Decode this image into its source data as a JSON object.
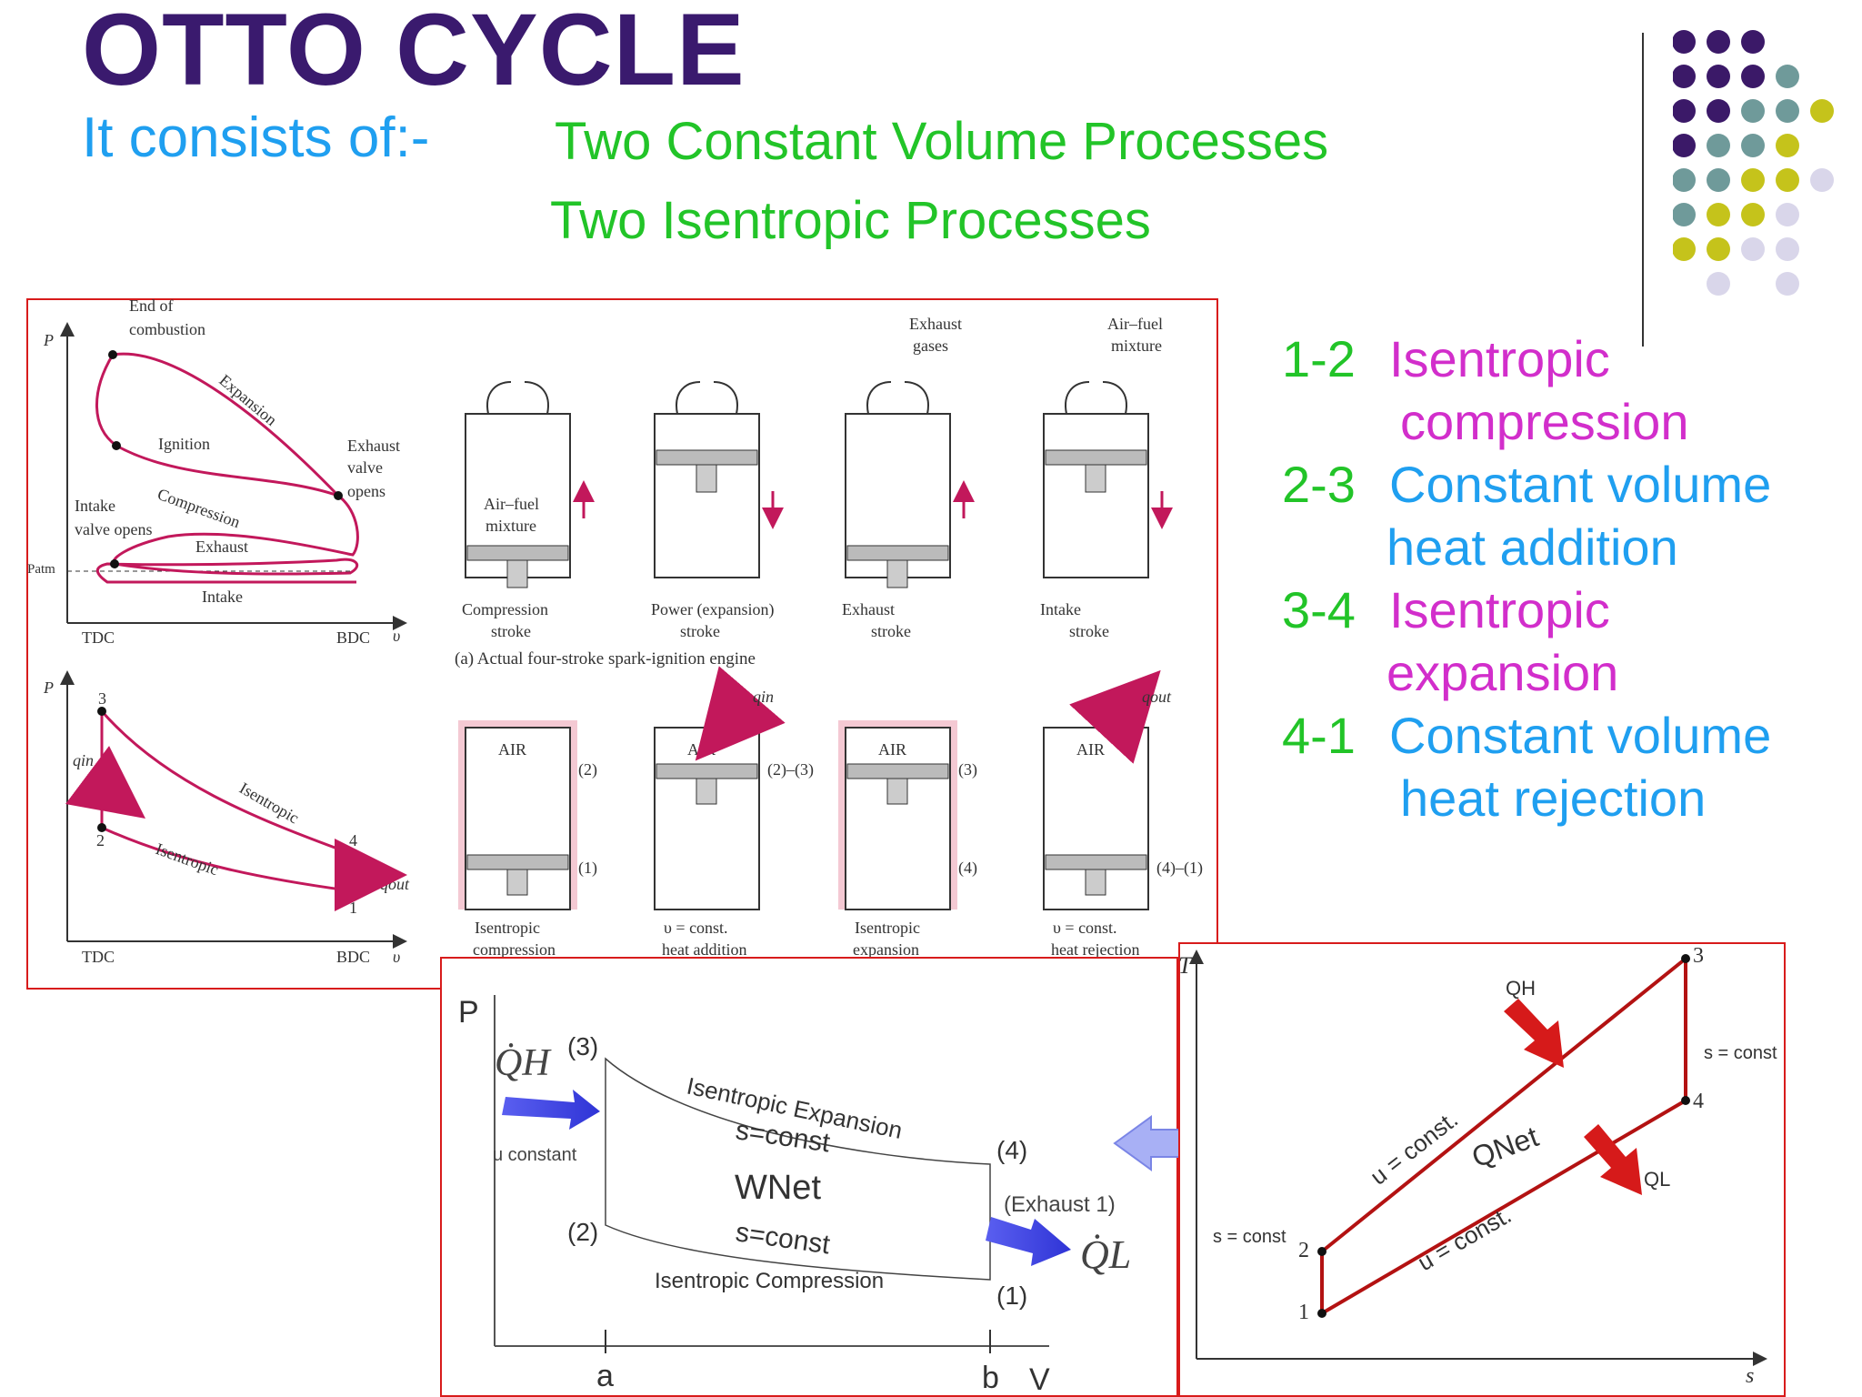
{
  "title": "OTTO CYCLE",
  "intro": "It consists of:-",
  "process_types": [
    "Two Constant Volume Processes",
    "Two Isentropic Processes"
  ],
  "processes": [
    {
      "num": "1-2",
      "line1": "Isentropic",
      "line2": "compression"
    },
    {
      "num": "2-3",
      "line1": "Constant volume",
      "line2": "heat addition"
    },
    {
      "num": "3-4",
      "line1": "Isentropic",
      "line2": "expansion"
    },
    {
      "num": "4-1",
      "line1": "Constant volume",
      "line2": "heat rejection"
    }
  ],
  "decor_dots": {
    "colors": [
      "#3b1968",
      "#6f9a9a",
      "#c5c31b",
      "#d9d6ea"
    ]
  },
  "textbook_figure": {
    "actual_pv": {
      "p_axis": "P",
      "v_axis": "υ",
      "p_atm": "Patm",
      "tdc": "TDC",
      "bdc": "BDC",
      "labels": {
        "end_of_combustion": [
          "End of",
          "combustion"
        ],
        "ignition": "Ignition",
        "expansion": "Expansion",
        "exhaust_valve": [
          "Exhaust",
          "valve",
          "opens"
        ],
        "intake_valve": [
          "Intake",
          "valve opens"
        ],
        "compression": "Compression",
        "exhaust": "Exhaust",
        "intake": "Intake"
      }
    },
    "ideal_pv": {
      "p_axis": "P",
      "v_axis": "υ",
      "tdc": "TDC",
      "bdc": "BDC",
      "points": [
        "1",
        "2",
        "3",
        "4"
      ],
      "q_in": "qin",
      "q_out": "qout",
      "upper": "Isentropic",
      "lower": "Isentropic"
    },
    "actual_strokes": [
      {
        "inside": [
          "Air–fuel",
          "mixture"
        ],
        "caption": [
          "Compression",
          "stroke"
        ]
      },
      {
        "inside": [],
        "caption": [
          "Power (expansion)",
          "stroke"
        ]
      },
      {
        "inside": [],
        "caption": [
          "Exhaust",
          "stroke"
        ],
        "top": [
          "Exhaust",
          "gases"
        ]
      },
      {
        "inside": [],
        "caption": [
          "Intake",
          "stroke"
        ],
        "top": [
          "Air–fuel",
          "mixture"
        ]
      }
    ],
    "caption_a": "(a) Actual four-stroke spark-ignition engine",
    "ideal_strokes": [
      {
        "gas": "AIR",
        "labels": [
          "(2)",
          "(1)"
        ],
        "caption": [
          "Isentropic",
          "compression"
        ]
      },
      {
        "gas": "AIR",
        "labels": [
          "(2)–(3)"
        ],
        "heat": "qin",
        "caption": [
          "υ = const.",
          "heat addition"
        ]
      },
      {
        "gas": "AIR",
        "labels": [
          "(3)",
          "(4)"
        ],
        "caption": [
          "Isentropic",
          "expansion"
        ]
      },
      {
        "gas": "AIR",
        "labels": [
          "(4)–(1)"
        ],
        "heat": "qout",
        "caption": [
          "υ = const.",
          "heat rejection"
        ]
      }
    ]
  },
  "pv_diagram": {
    "p_axis": "P",
    "v_axis": "V",
    "a": "a",
    "b": "b",
    "pts": [
      "(1)",
      "(2)",
      "(3)",
      "(4)"
    ],
    "qh": "Q̇H",
    "ql": "Q̇L",
    "u_constant": "u constant",
    "exhaust": "(Exhaust 1)",
    "expansion": "Isentropic Expansion",
    "s_const": "s=const",
    "wnet": "WNet",
    "compression": "Isentropic Compression"
  },
  "ts_diagram": {
    "t_axis": "T",
    "s_axis": "s",
    "pts": [
      "1",
      "2",
      "3",
      "4"
    ],
    "qh": "QH",
    "ql": "QL",
    "qnet": "QNet",
    "s_const": "s = const",
    "u_const": "u = const."
  }
}
